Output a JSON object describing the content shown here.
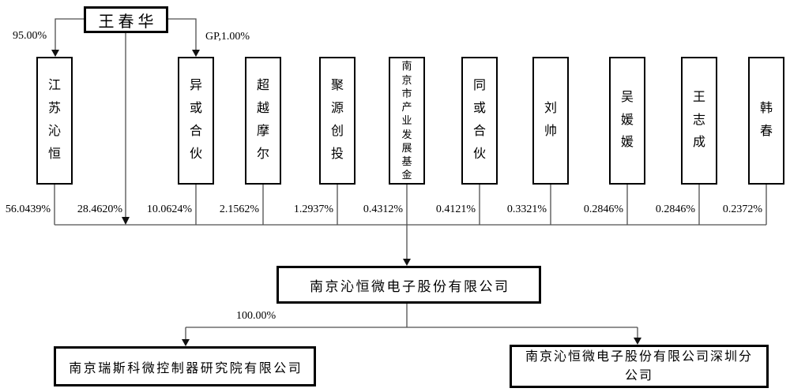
{
  "diagram": {
    "controller": {
      "name": "王春华"
    },
    "controller_edges": {
      "to_jiangsu_pct": "95.00%",
      "to_yihuo_pct": "GP,1.00%",
      "direct_pct": "28.4620%"
    },
    "shareholders": [
      {
        "name": "江苏沁恒",
        "pct": "56.0439%"
      },
      {
        "name": "异或合伙",
        "pct": "10.0624%"
      },
      {
        "name": "超越摩尔",
        "pct": "2.1562%"
      },
      {
        "name": "聚源创投",
        "pct": "1.2937%"
      },
      {
        "name": "南京市产业发展基金",
        "pct": "0.4312%"
      },
      {
        "name": "同或合伙",
        "pct": "0.4121%"
      },
      {
        "name": "刘帅",
        "pct": "0.3321%"
      },
      {
        "name": "吴媛媛",
        "pct": "0.2846%"
      },
      {
        "name": "王志成",
        "pct": "0.2846%"
      },
      {
        "name": "韩春",
        "pct": "0.2372%"
      }
    ],
    "company": {
      "name": "南京沁恒微电子股份有限公司"
    },
    "subsidiaries": [
      {
        "name": "南京瑞斯科微控制器研究院有限公司",
        "pct": "100.00%"
      },
      {
        "name": "南京沁恒微电子股份有限公司深圳分公司"
      }
    ],
    "colors": {
      "line": "#4f4f4f",
      "border": "#000000",
      "background": "#ffffff",
      "text": "#000000"
    }
  }
}
